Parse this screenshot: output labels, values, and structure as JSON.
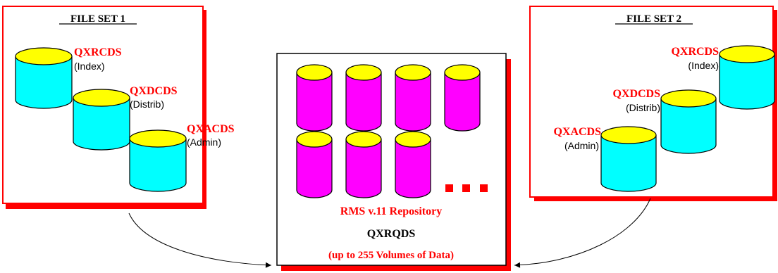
{
  "colors": {
    "shadow": "#ff0000",
    "border": "#000000",
    "cds_body": "#00ffff",
    "cds_top": "#ffff00",
    "qds_body": "#ff00ff",
    "accent_text": "#ff0000",
    "ellipsis": "#ff0000"
  },
  "file_set_1": {
    "title": "FILE SET 1",
    "datasets": [
      {
        "name": "QXRCDS",
        "role": "(Index)"
      },
      {
        "name": "QXDCDS",
        "role": "(Distrib)"
      },
      {
        "name": "QXACDS",
        "role": "(Admin)"
      }
    ]
  },
  "file_set_2": {
    "title": "FILE SET 2",
    "datasets": [
      {
        "name": "QXRCDS",
        "role": "(Index)"
      },
      {
        "name": "QXDCDS",
        "role": "(Distrib)"
      },
      {
        "name": "QXACDS",
        "role": "(Admin)"
      }
    ]
  },
  "repository": {
    "title": "RMS v.11 Repository",
    "name": "QXRQDS",
    "note": "(up to 255 Volumes of Data)",
    "volumes_shown": 7,
    "more_icon": "ellipsis-squares"
  }
}
